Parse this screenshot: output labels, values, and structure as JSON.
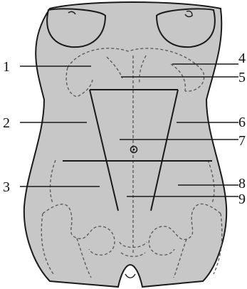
{
  "labels": {
    "left": [
      "1",
      "2",
      "3"
    ],
    "right": [
      "4",
      "5",
      "6",
      "7",
      "8",
      "9"
    ]
  },
  "colors": {
    "skin": "#c7c7c7",
    "outline": "#1a1a1a",
    "dashed": "#555555",
    "background": "#ffffff"
  }
}
